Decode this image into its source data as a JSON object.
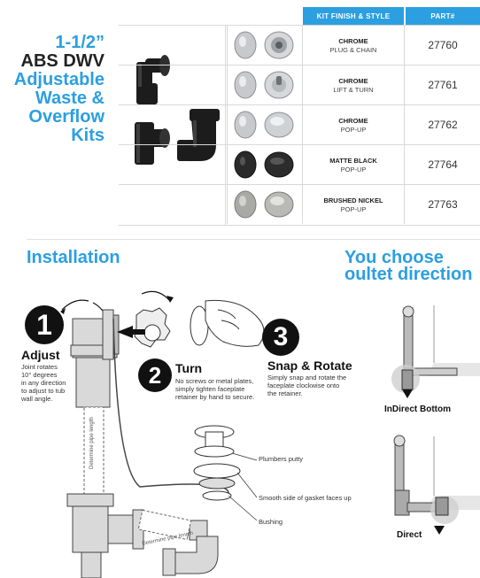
{
  "title": {
    "line1": "1-1/2”",
    "line2": "ABS DWV",
    "line3": "Adjustable",
    "line4": "Waste &",
    "line5": "Overflow",
    "line6": "Kits"
  },
  "table": {
    "headers": {
      "finish": "KIT FINISH & STYLE",
      "part": "PART#"
    },
    "rows": [
      {
        "finish": "CHROME",
        "style": "PLUG & CHAIN",
        "part": "27760",
        "color": "#c7c9cc"
      },
      {
        "finish": "CHROME",
        "style": "LIFT & TURN",
        "part": "27761",
        "color": "#c7c9cc"
      },
      {
        "finish": "CHROME",
        "style": "POP-UP",
        "part": "27762",
        "color": "#c7c9cc"
      },
      {
        "finish": "MATTE BLACK",
        "style": "POP-UP",
        "part": "27764",
        "color": "#2a2a2a"
      },
      {
        "finish": "BRUSHED NICKEL",
        "style": "POP-UP",
        "part": "27763",
        "color": "#a9aaa6"
      }
    ]
  },
  "installation": {
    "heading": "Installation",
    "step1": {
      "num": "1",
      "title": "Adjust",
      "text": [
        "Joint rotates",
        "10° degrees",
        "in any direction",
        "to adjust to tub",
        "wall angle."
      ]
    },
    "step2": {
      "num": "2",
      "title": "Turn",
      "text": [
        "No screws or metal plates,",
        "simply tighten faceplate",
        "retainer by hand to secure."
      ]
    },
    "step3": {
      "num": "3",
      "title": "Snap & Rotate",
      "text": [
        "Simply snap and rotate the",
        "faceplate clockwise onto",
        "the retainer."
      ]
    },
    "callouts": {
      "putty": "Plumbers putty",
      "gasket": "Smooth side of gasket faces up",
      "bushing": "Bushing",
      "pipe_length_1": "Determine pipe length",
      "pipe_length_2": "Determine pipe length"
    }
  },
  "direction": {
    "heading_line1": "You choose",
    "heading_line2": "oultet direction",
    "option1": "InDirect Bottom",
    "option2": "Direct"
  }
}
